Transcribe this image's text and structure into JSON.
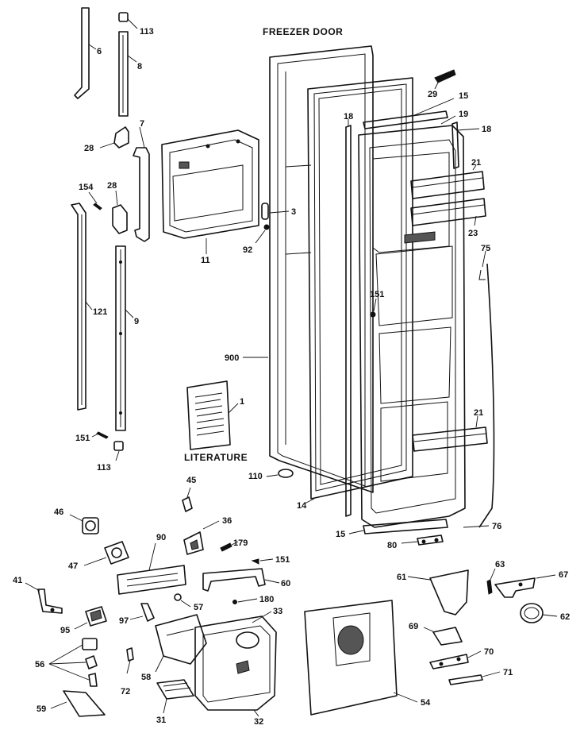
{
  "title": "FREEZER DOOR",
  "literature_label": "LITERATURE",
  "callouts": {
    "c113a": "113",
    "c6": "6",
    "c8": "8",
    "c7": "7",
    "c28a": "28",
    "c28b": "28",
    "c154": "154",
    "c11": "11",
    "c92": "92",
    "c3": "3",
    "c121": "121",
    "c9": "9",
    "c900": "900",
    "c1": "1",
    "c151a": "151",
    "c113b": "113",
    "c110": "110",
    "c14": "14",
    "c18a": "18",
    "c18b": "18",
    "c29": "29",
    "c15a": "15",
    "c19": "19",
    "c21a": "21",
    "c23": "23",
    "c75": "75",
    "c151b": "151",
    "c21b": "21",
    "c15b": "15",
    "c80": "80",
    "c76": "76",
    "c45": "45",
    "c46": "46",
    "c36": "36",
    "c47": "47",
    "c90": "90",
    "c179": "179",
    "c151c": "151",
    "c41": "41",
    "c60": "60",
    "c180": "180",
    "c33": "33",
    "c57": "57",
    "c97": "97",
    "c95": "95",
    "c56": "56",
    "c58": "58",
    "c72": "72",
    "c59": "59",
    "c31": "31",
    "c32": "32",
    "c54": "54",
    "c61": "61",
    "c63": "63",
    "c67": "67",
    "c62": "62",
    "c69": "69",
    "c70": "70",
    "c71": "71"
  }
}
